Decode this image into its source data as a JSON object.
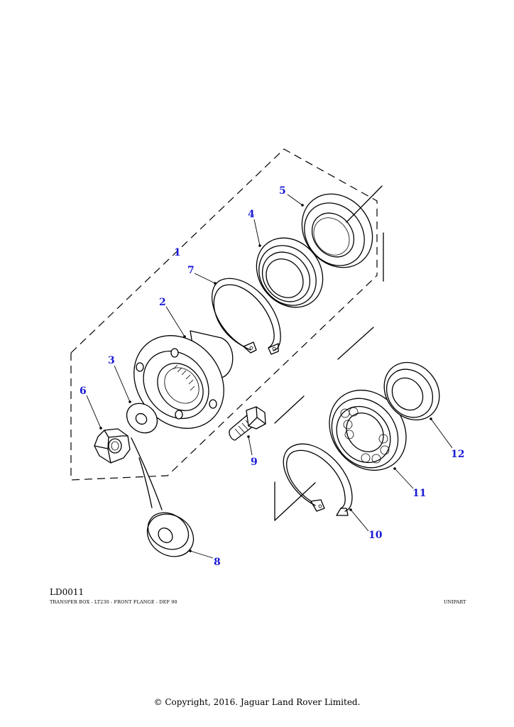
{
  "diagram": {
    "code": "LD0011",
    "caption": "TRANSFER BOX - LT230 - FRONT FLANGE - DEF 90",
    "brand": "UNIPART",
    "copyright": "© Copyright, 2016. Jaguar Land Rover Limited.",
    "callout_color": "#1a1ad6",
    "callouts": [
      "1",
      "2",
      "3",
      "4",
      "5",
      "6",
      "7",
      "8",
      "9",
      "10",
      "11",
      "12"
    ]
  }
}
